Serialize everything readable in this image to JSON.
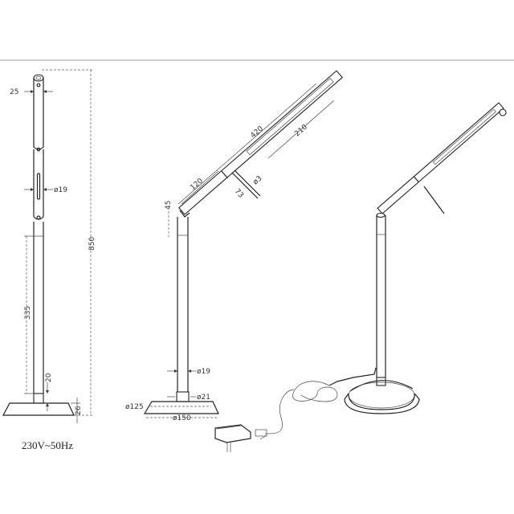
{
  "top_rule": {
    "y": 75,
    "color": "#999999"
  },
  "side_view": {
    "dimensions": {
      "head_width": "25",
      "stem_diameter": "ø19",
      "total_height": "850",
      "lower_stem_length": "335",
      "collar_height": "20",
      "base_height": "26"
    },
    "power_label": "230V~50Hz"
  },
  "front_view": {
    "dimensions": {
      "arm_length": "420",
      "led_length": "210",
      "handle_offset": "120",
      "handle_length": "73",
      "handle_diameter": "ø3",
      "joint_height": "45",
      "stem_diameter": "ø19",
      "collar_diameter": "ø21",
      "base_top_diameter": "ø125",
      "base_bottom_diameter": "ø150"
    }
  },
  "perspective_view": {
    "parts": [
      "lamp-head",
      "arm",
      "handle-rod",
      "stem",
      "base",
      "cable",
      "power-adapter",
      "plug"
    ]
  }
}
